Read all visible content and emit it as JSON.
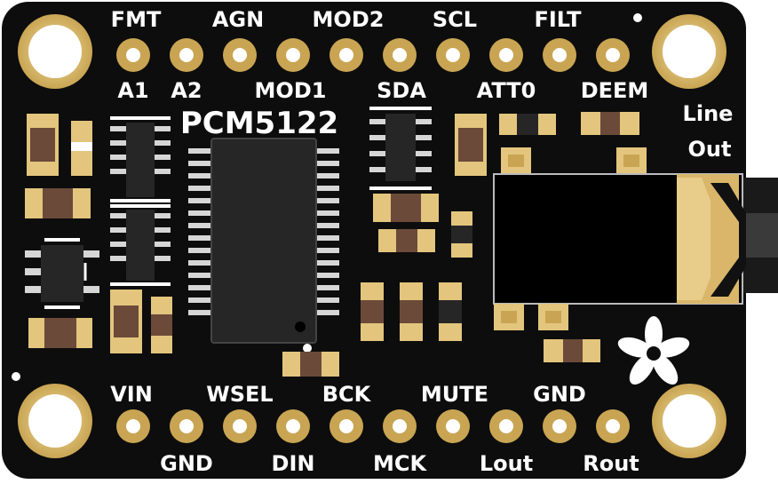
{
  "board": {
    "chip_label": "PCM5122",
    "top_pins": [
      "FMT",
      "AGN",
      "MOD2",
      "SCL",
      "FILT"
    ],
    "mid_labels": [
      "A1",
      "A2",
      "MOD1",
      "SDA",
      "ATT0",
      "DEEM"
    ],
    "jack_label_line1": "Line",
    "jack_label_line2": "Out",
    "bottom_pins_upper": [
      "VIN",
      "WSEL",
      "BCK",
      "MUTE",
      "GND"
    ],
    "bottom_pins_lower": [
      "GND",
      "DIN",
      "MCK",
      "Lout",
      "Rout"
    ]
  },
  "colors": {
    "pcb": "#0d0d0d",
    "silkscreen": "#ffffff",
    "gold": "#e3c57d",
    "pad_gold": "#c9a553",
    "resistor_body": "#6b4a3a",
    "chip": "#1e1e1e",
    "pin": "#d6d6d6"
  }
}
